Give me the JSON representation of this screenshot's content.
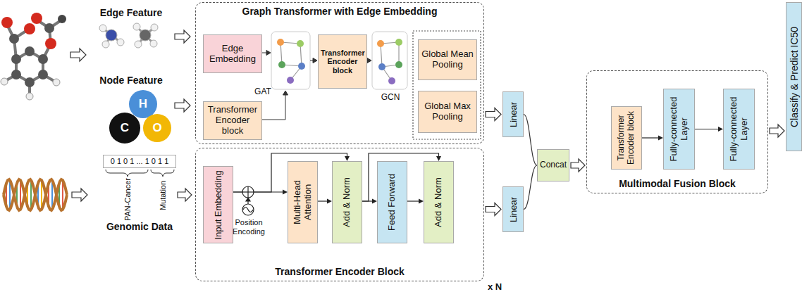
{
  "diagram": {
    "nodes": [
      {
        "text": [
          "H"
        ]
      },
      {
        "text": [
          "C"
        ]
      },
      {
        "text": [
          "O"
        ]
      },
      {
        "text": [
          "Graph Transformer with Edge Embedding"
        ]
      },
      {
        "text": [
          "Edge Embedding"
        ],
        "in": 3
      },
      {
        "text": [
          "Transformer Encoder block"
        ],
        "in": 3
      },
      {
        "text": [
          "Transformer Encoder block"
        ],
        "in": 3
      },
      {
        "text": [
          "Global Mean Pooling"
        ],
        "in": 3
      },
      {
        "text": [
          "Global Max Pooling"
        ],
        "in": 3
      },
      {
        "text": [
          "0 1 0 1 ... 1 0 1 1"
        ]
      },
      {
        "text": [
          "Transformer Encoder Block"
        ]
      },
      {
        "text": [
          "Input Embedding"
        ],
        "in": 10
      },
      {
        "text": [
          "Multi-Head Attention"
        ],
        "in": 10
      },
      {
        "text": [
          "Add & Norm"
        ],
        "in": 10
      },
      {
        "text": [
          "Feed Forward"
        ],
        "in": 10
      },
      {
        "text": [
          "Add & Norm"
        ],
        "in": 10
      },
      {
        "text": [
          "Linear"
        ]
      },
      {
        "text": [
          "Linear"
        ]
      },
      {
        "text": [
          "Concat"
        ]
      },
      {
        "text": [
          "Multimodal Fusion Block"
        ]
      },
      {
        "text": [
          "Transformer Encoder block"
        ],
        "in": 19
      },
      {
        "text": [
          "Fully-connected Layer"
        ],
        "in": 19
      },
      {
        "text": [
          "Fully-connected Layer"
        ],
        "in": 19
      },
      {
        "text": [
          "Classify & Predict IC50"
        ]
      }
    ],
    "edges": [
      {
        "from": 3,
        "to": 16,
        "arrow": "to"
      },
      {
        "from": 10,
        "to": 17,
        "arrow": "to"
      },
      {
        "from": 16,
        "to": 18,
        "arrow": "none"
      },
      {
        "from": 17,
        "to": 18,
        "arrow": "none"
      },
      {
        "from": 18,
        "to": 19,
        "arrow": "to"
      },
      {
        "from": 19,
        "to": 23,
        "arrow": "to"
      },
      {
        "from": 11,
        "to": 12,
        "arrow": "to"
      },
      {
        "from": 12,
        "to": 13,
        "arrow": "to"
      },
      {
        "from": 13,
        "to": 14,
        "arrow": "to"
      },
      {
        "from": 14,
        "to": 15,
        "arrow": "to"
      },
      {
        "from": 11,
        "to": 13,
        "arrow": "to"
      },
      {
        "from": 13,
        "to": 15,
        "arrow": "to"
      },
      {
        "from": 20,
        "to": 21,
        "arrow": "to"
      },
      {
        "from": 21,
        "to": 22,
        "arrow": "to"
      }
    ],
    "labels": [
      "Edge Feature",
      "Node Feature",
      "GAT",
      "GCN",
      "PAN-Cancer",
      "Mutation",
      "Genomic Data",
      "Position Encoding",
      "x N"
    ]
  }
}
